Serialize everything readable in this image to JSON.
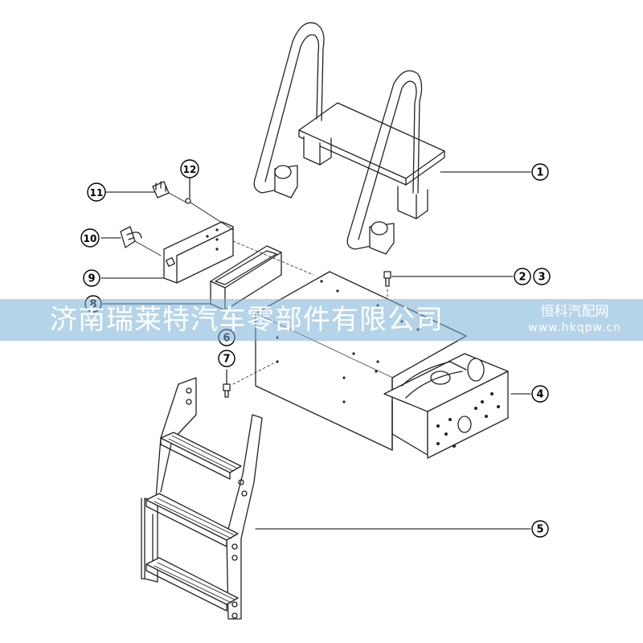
{
  "callouts": [
    {
      "id": "1",
      "label": "1"
    },
    {
      "id": "2",
      "label": "2"
    },
    {
      "id": "3",
      "label": "3"
    },
    {
      "id": "4",
      "label": "4"
    },
    {
      "id": "5",
      "label": "5"
    },
    {
      "id": "6",
      "label": "6"
    },
    {
      "id": "7",
      "label": "7"
    },
    {
      "id": "8",
      "label": "8"
    },
    {
      "id": "9",
      "label": "9"
    },
    {
      "id": "10",
      "label": "10"
    },
    {
      "id": "11",
      "label": "11"
    },
    {
      "id": "12",
      "label": "12"
    }
  ],
  "watermark": {
    "company": "济南瑞莱特汽车零部件有限公司",
    "site_name": "恒科汽配网",
    "site_url": "www.hkqpw.cn",
    "band_color": "#78afd7"
  }
}
